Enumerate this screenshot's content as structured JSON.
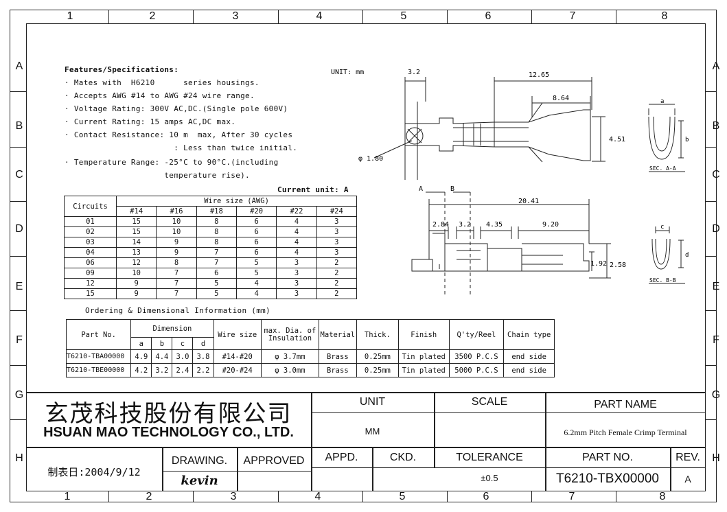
{
  "grid": {
    "columns": [
      "1",
      "2",
      "3",
      "4",
      "5",
      "6",
      "7",
      "8"
    ],
    "rows": [
      "A",
      "B",
      "C",
      "D",
      "E",
      "F",
      "G",
      "H"
    ]
  },
  "specs": {
    "title": "Features/Specifications:",
    "lines": [
      "· Mates with  H6210      series housings.",
      "· Accepts AWG #14 to AWG #24 wire range.",
      "· Voltage Rating: 300V AC,DC.(Single pole 600V)",
      "· Current Rating: 15 amps AC,DC max.",
      "· Contact Resistance: 10 m  max, After 30 cycles",
      "                       : Less than twice initial.",
      "· Temperature Range: -25°C to 90°C.(including",
      "                     temperature rise)."
    ]
  },
  "current_table": {
    "unit_label": "Current unit: A",
    "circuits_header": "Circuits",
    "wire_header": "Wire size (AWG)",
    "gauges": [
      "#14",
      "#16",
      "#18",
      "#20",
      "#22",
      "#24"
    ],
    "rows": [
      {
        "c": "01",
        "v": [
          "15",
          "10",
          "8",
          "6",
          "4",
          "3"
        ]
      },
      {
        "c": "02",
        "v": [
          "15",
          "10",
          "8",
          "6",
          "4",
          "3"
        ]
      },
      {
        "c": "03",
        "v": [
          "14",
          "9",
          "8",
          "6",
          "4",
          "3"
        ]
      },
      {
        "c": "04",
        "v": [
          "13",
          "9",
          "7",
          "6",
          "4",
          "3"
        ]
      },
      {
        "c": "06",
        "v": [
          "12",
          "8",
          "7",
          "5",
          "3",
          "2"
        ]
      },
      {
        "c": "09",
        "v": [
          "10",
          "7",
          "6",
          "5",
          "3",
          "2"
        ]
      },
      {
        "c": "12",
        "v": [
          "9",
          "7",
          "5",
          "4",
          "3",
          "2"
        ]
      },
      {
        "c": "15",
        "v": [
          "9",
          "7",
          "5",
          "4",
          "3",
          "2"
        ]
      }
    ]
  },
  "order_table": {
    "caption": "Ordering & Dimensional Information (mm)",
    "headers": {
      "part": "Part No.",
      "dimension": "Dimension",
      "dims": [
        "a",
        "b",
        "c",
        "d"
      ],
      "wire": "Wire size",
      "insul_1": "max. Dia. of",
      "insul_2": "Insulation",
      "material": "Material",
      "thick": "Thick.",
      "finish": "Finish",
      "qty": "Q'ty/Reel",
      "chain": "Chain type"
    },
    "rows": [
      {
        "part": "T6210-TBA00000",
        "a": "4.9",
        "b": "4.4",
        "c": "3.0",
        "d": "3.8",
        "wire": "#14-#20",
        "insul": "φ 3.7mm",
        "material": "Brass",
        "thick": "0.25mm",
        "finish": "Tin plated",
        "qty": "3500 P.C.S",
        "chain": "end side"
      },
      {
        "part": "T6210-TBE00000",
        "a": "4.2",
        "b": "3.2",
        "c": "2.4",
        "d": "2.2",
        "wire": "#20-#24",
        "insul": "φ 3.0mm",
        "material": "Brass",
        "thick": "0.25mm",
        "finish": "Tin plated",
        "qty": "5000 P.C.S",
        "chain": "end side"
      }
    ]
  },
  "drawing": {
    "unit": "UNIT: mm",
    "top_dims": {
      "d1": "3.2",
      "d2": "12.65",
      "d3": "8.64",
      "d4": "4.51",
      "phi": "φ 1.80"
    },
    "bottom_dims": {
      "total": "20.41",
      "d1": "2.84",
      "d2": "3.2",
      "d3": "4.35",
      "d4": "9.20",
      "h1": "1.92",
      "h2": "2.58"
    },
    "markers": {
      "a": "A",
      "b": "B"
    },
    "sec_a": {
      "label": "SEC. A-A",
      "a": "a",
      "b": "b"
    },
    "sec_b": {
      "label": "SEC. B-B",
      "c": "c",
      "d": "d"
    }
  },
  "title_block": {
    "company_cn": "玄茂科技股份有限公司",
    "company_en": "HSUAN MAO TECHNOLOGY CO., LTD.",
    "date": "制表日:2004/9/12",
    "drawing_label": "DRAWING.",
    "drawer": "kevin",
    "approved_label": "APPROVED",
    "unit_label": "UNIT",
    "unit_value": "MM",
    "scale_label": "SCALE",
    "part_name_label": "PART NAME",
    "part_name": "6.2mm Pitch Female Crimp Terminal",
    "appd": "APPD.",
    "ckd": "CKD.",
    "tolerance_label": "TOLERANCE",
    "tolerance_value": "±0.5",
    "part_no_label": "PART NO.",
    "part_no": "T6210-TBX00000",
    "rev_label": "REV.",
    "rev": "A"
  }
}
